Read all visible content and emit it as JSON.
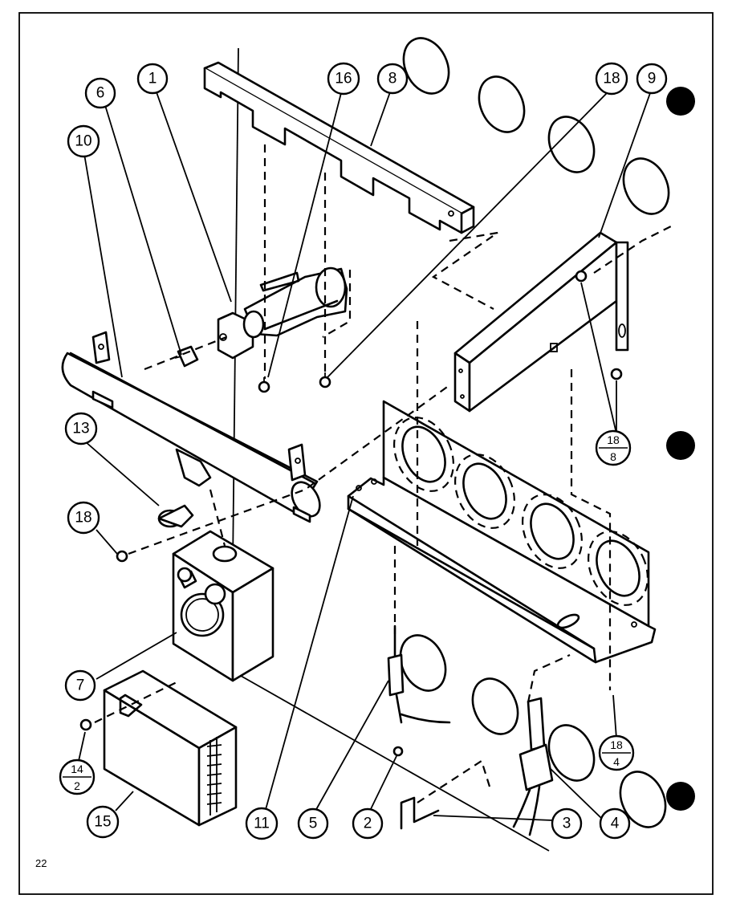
{
  "page_number": "22",
  "callouts": {
    "c1": "1",
    "c2": "2",
    "c3": "3",
    "c4": "4",
    "c5": "5",
    "c6": "6",
    "c7": "7",
    "c8": "8",
    "c9": "9",
    "c10": "10",
    "c11": "11",
    "c13": "13",
    "c15": "15",
    "c16": "16",
    "c18a": "18",
    "c18b": "18",
    "f18_8_top": "18",
    "f18_8_bot": "8",
    "f18_4_top": "18",
    "f18_4_bot": "4",
    "f14_2_top": "14",
    "f14_2_bot": "2"
  }
}
